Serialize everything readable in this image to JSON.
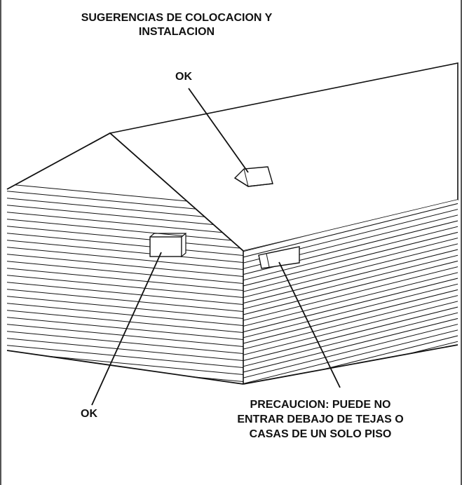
{
  "title": {
    "line1": "SUGERENCIAS DE COLOCACION Y",
    "line2": "INSTALACION"
  },
  "labels": {
    "ok_roof": "OK",
    "ok_wall": "OK",
    "caution": {
      "line1": "PRECAUCION: PUEDE NO",
      "line2": "ENTRAR DEBAJO DE TEJAS O",
      "line3": "CASAS DE UN SOLO PISO"
    }
  },
  "colors": {
    "ink": "#111111",
    "background": "#ffffff",
    "frame": "#555555"
  }
}
